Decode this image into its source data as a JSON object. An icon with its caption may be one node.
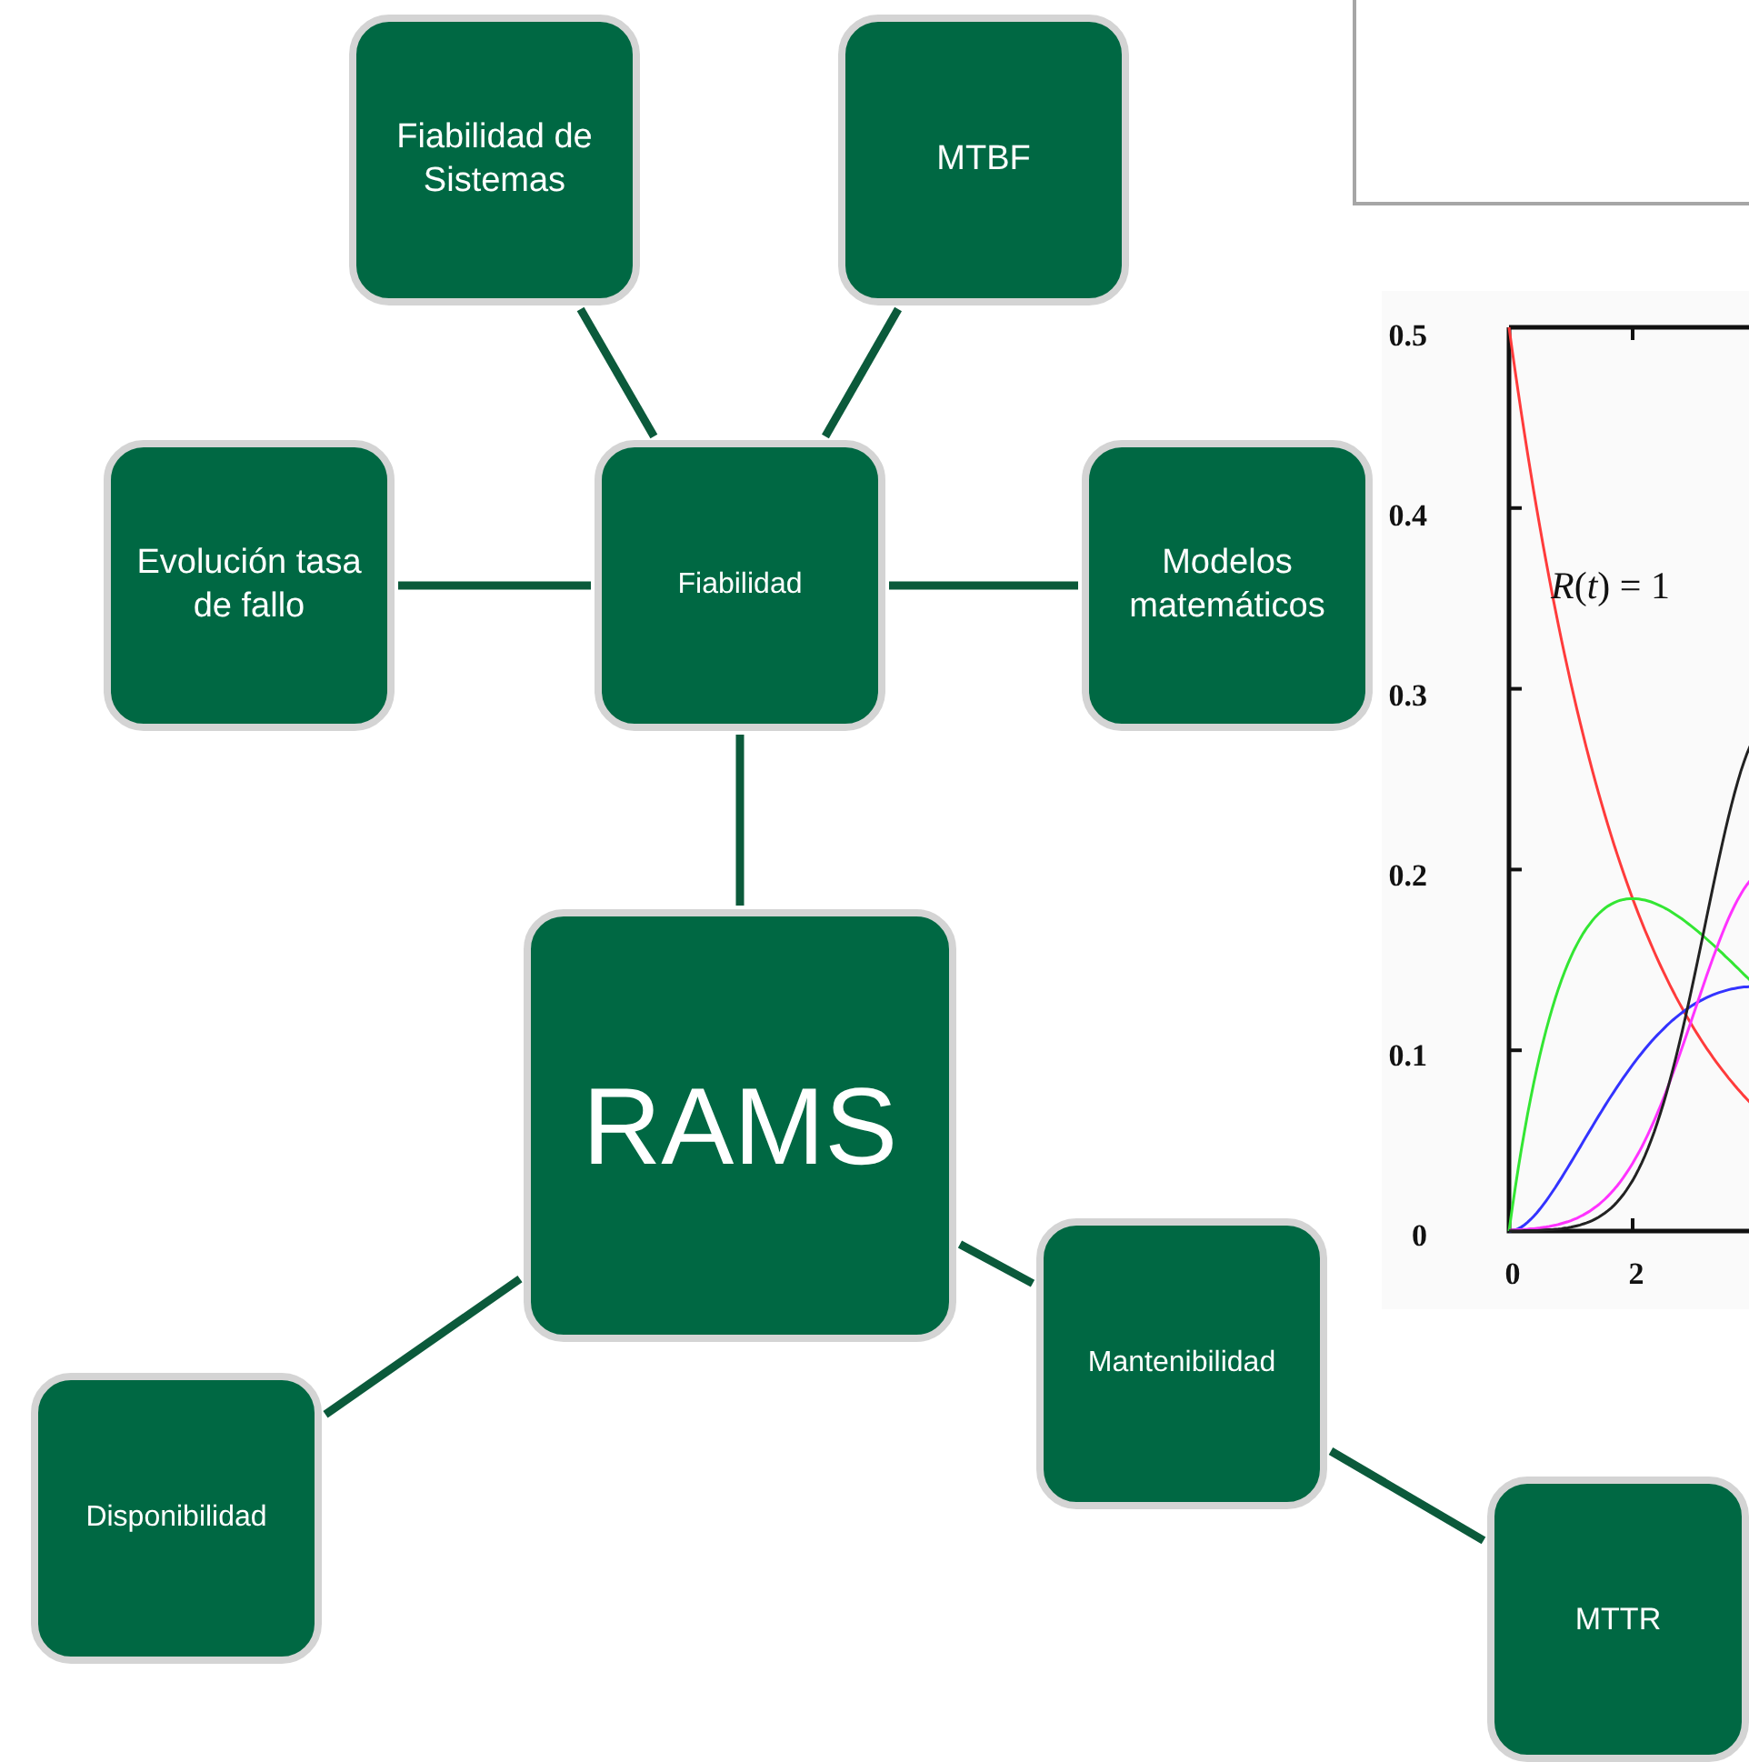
{
  "diagram": {
    "nodes": [
      {
        "text": [
          "RAMS"
        ]
      },
      {
        "text": [
          "Fiabilidad"
        ]
      },
      {
        "text": [
          "Fiabilidad de Sistemas"
        ]
      },
      {
        "text": [
          "MTBF"
        ]
      },
      {
        "text": [
          "Evolución tasa de fallo"
        ]
      },
      {
        "text": [
          "Modelos matemáticos"
        ]
      },
      {
        "text": [
          "Mantenibilidad"
        ]
      },
      {
        "text": [
          "Disponibilidad"
        ]
      },
      {
        "text": [
          "MTTR"
        ]
      },
      {
        "text": [],
        "shape": "box"
      }
    ],
    "edges": [
      {
        "from": 1,
        "to": 0,
        "arrow": "none"
      },
      {
        "from": 1,
        "to": 2,
        "arrow": "none"
      },
      {
        "from": 1,
        "to": 3,
        "arrow": "none"
      },
      {
        "from": 1,
        "to": 4,
        "arrow": "none"
      },
      {
        "from": 1,
        "to": 5,
        "arrow": "none"
      },
      {
        "from": 0,
        "to": 6,
        "arrow": "none"
      },
      {
        "from": 0,
        "to": 7,
        "arrow": "none"
      },
      {
        "from": 6,
        "to": 8,
        "arrow": "none"
      }
    ],
    "labels": [
      "0.5",
      "0.4",
      "*R*(*t*) = 1",
      "0.3",
      "0.2",
      "0.1",
      "0",
      "0",
      "2"
    ]
  }
}
